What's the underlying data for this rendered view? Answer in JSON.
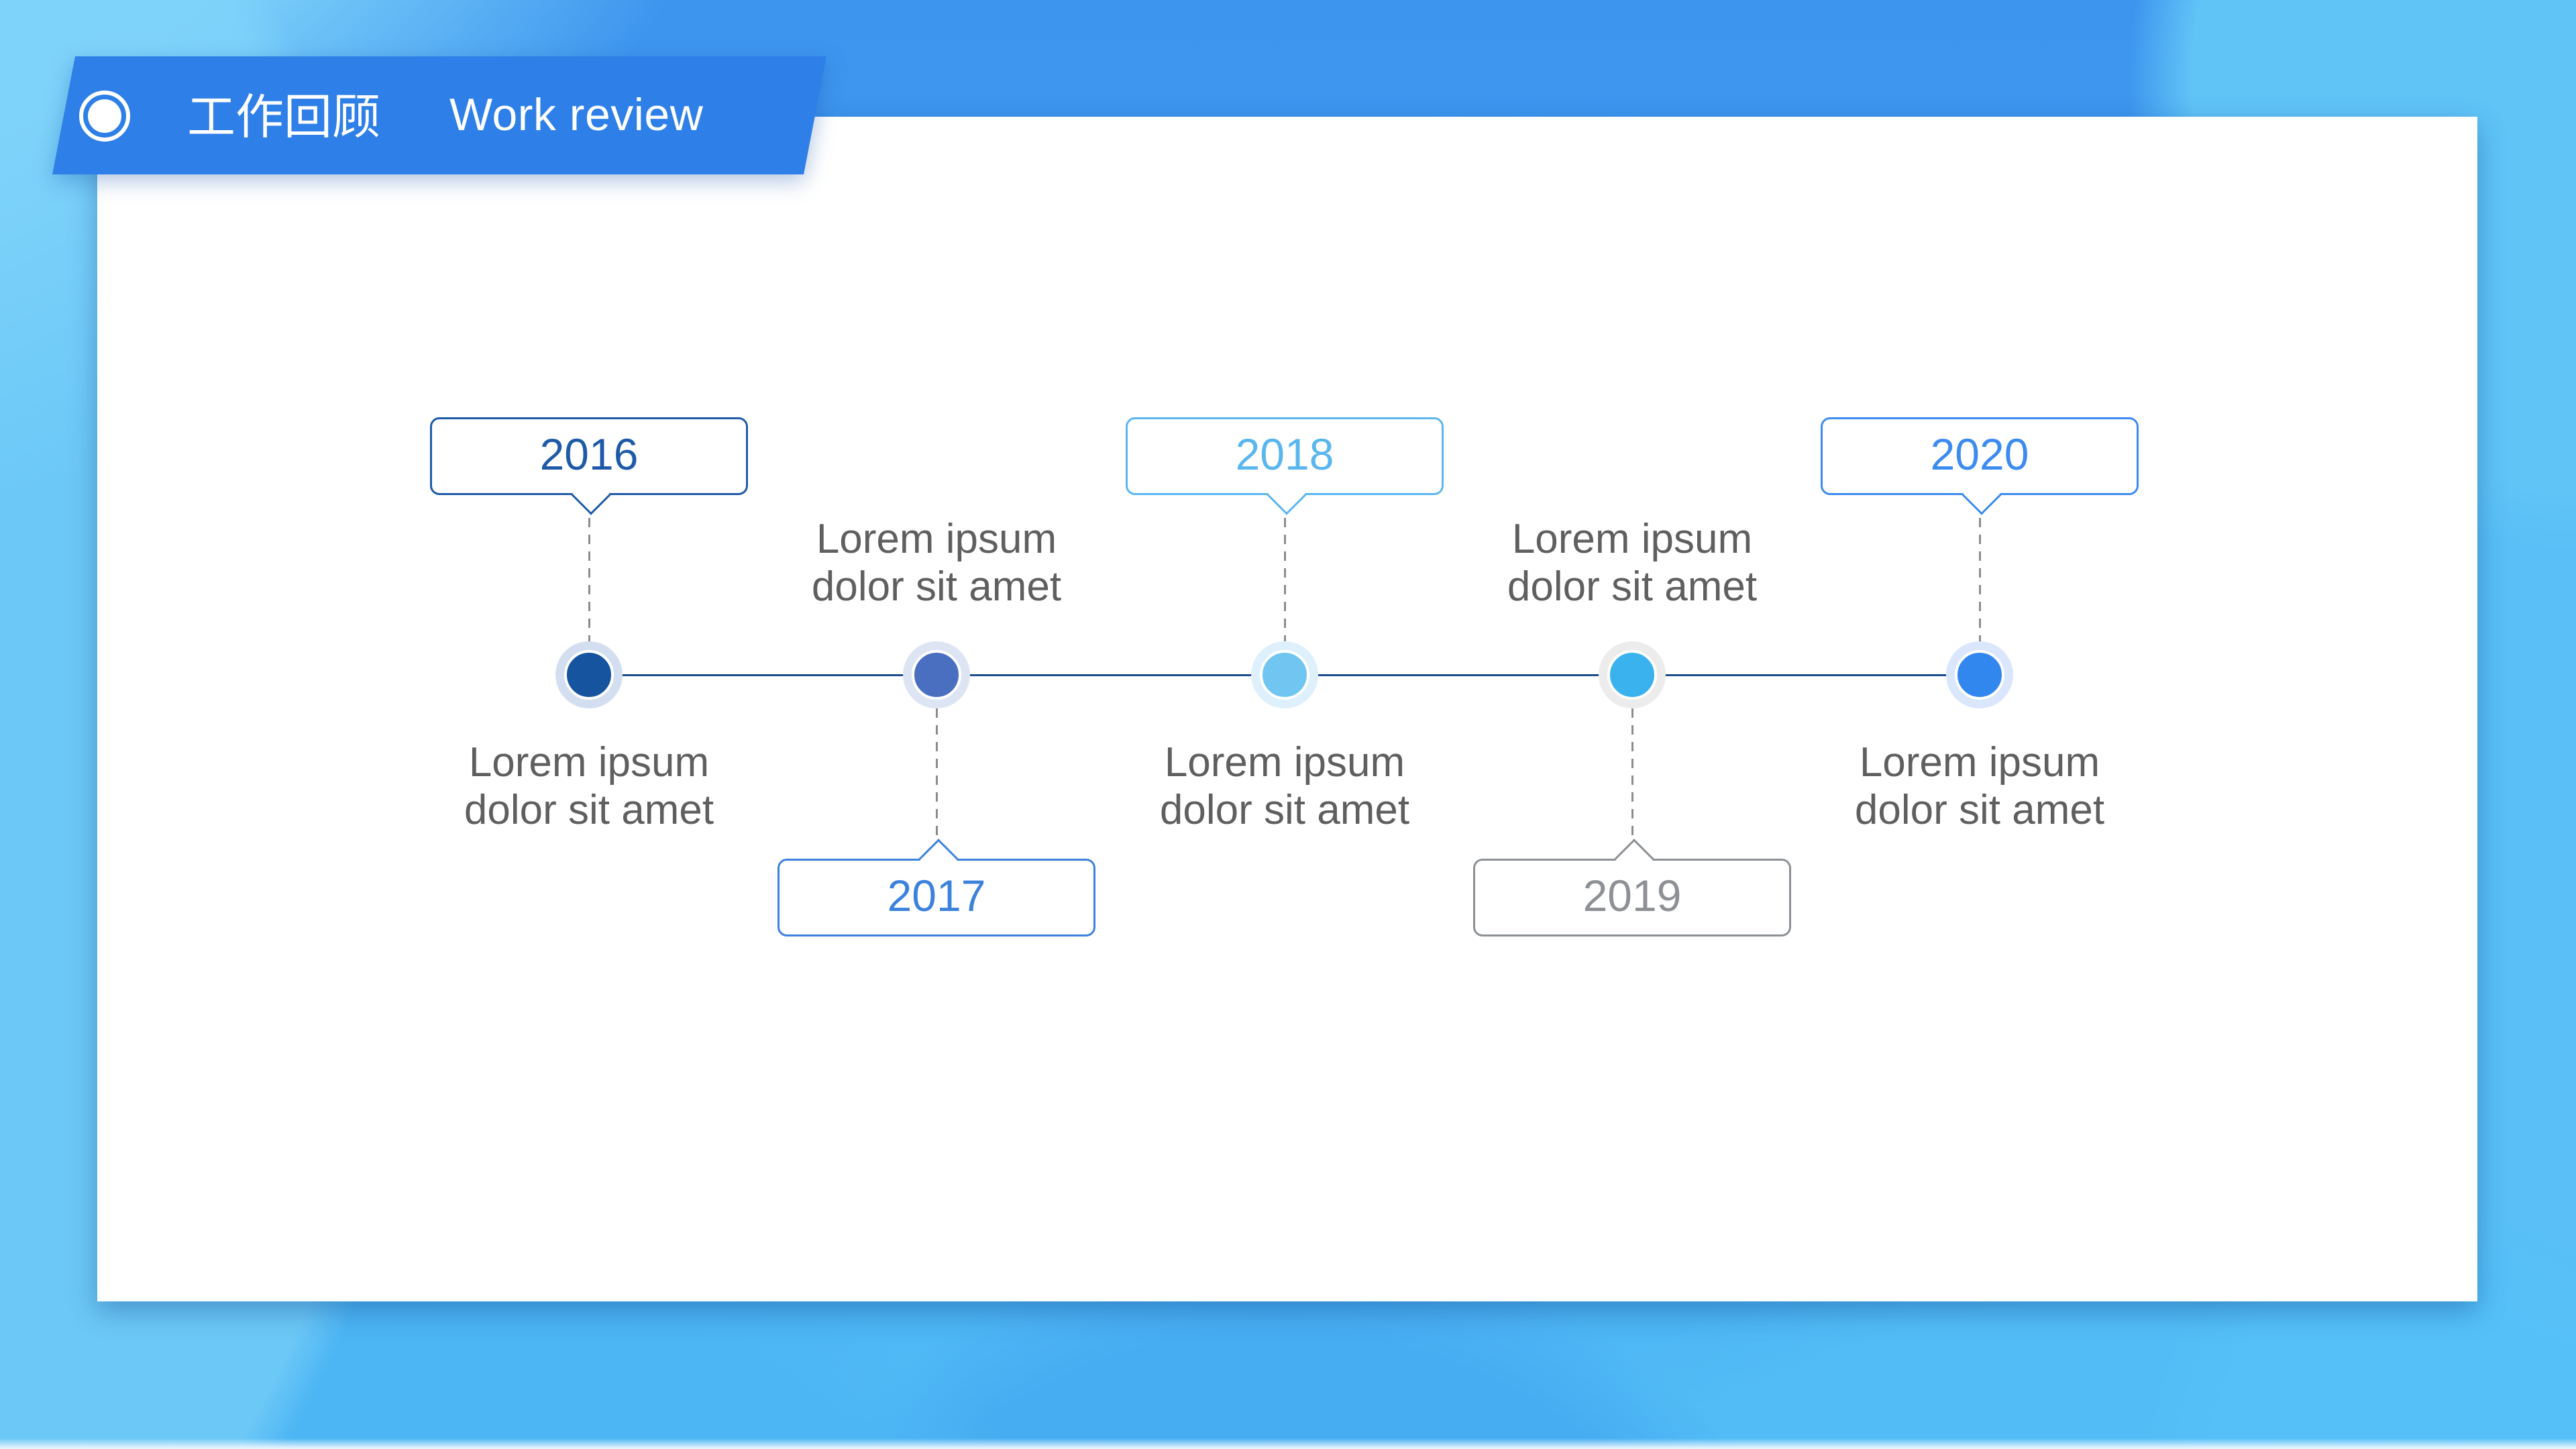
{
  "header": {
    "title_zh": "工作回顾",
    "title_en": "Work review",
    "banner_color": "#2e7fe8",
    "icon": "ring-circle-bullet"
  },
  "timeline": {
    "line_color": "#1b4c92",
    "connector_color": "#8c8c8c",
    "caption_color": "#5f5f5f",
    "items": [
      {
        "year": "2016",
        "side": "top",
        "accent": "#1e5aa8",
        "dot_color": "#17549f",
        "halo_color": "#d3dff0",
        "caption_lines": [
          "Lorem ipsum",
          "dolor sit amet"
        ]
      },
      {
        "year": "2017",
        "side": "bottom",
        "accent": "#3c82dd",
        "dot_color": "#4a6fc0",
        "halo_color": "#dde4f3",
        "caption_lines": [
          "Lorem ipsum",
          "dolor sit amet"
        ]
      },
      {
        "year": "2018",
        "side": "top",
        "accent": "#5ab6ef",
        "dot_color": "#70c6f1",
        "halo_color": "#def0fb",
        "caption_lines": [
          "Lorem ipsum",
          "dolor sit amet"
        ]
      },
      {
        "year": "2019",
        "side": "bottom",
        "accent": "#8d9094",
        "dot_color": "#39b2ee",
        "halo_color": "#ececec",
        "caption_lines": [
          "Lorem ipsum",
          "dolor sit amet"
        ]
      },
      {
        "year": "2020",
        "side": "top",
        "accent": "#3c8bf0",
        "dot_color": "#3287ef",
        "halo_color": "#d9e6fc",
        "caption_lines": [
          "Lorem ipsum",
          "dolor sit amet"
        ]
      }
    ]
  }
}
